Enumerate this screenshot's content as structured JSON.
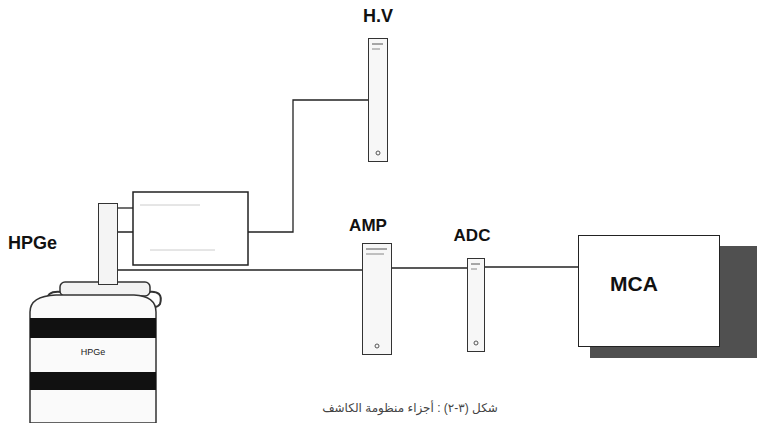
{
  "diagram": {
    "caption": "شكل (٣-٢) : أجزاء منظومة الكاشف",
    "nodes": [
      {
        "text": [
          "H.V"
        ]
      },
      {
        "text": [
          "HPGe",
          "HPGe"
        ]
      },
      {
        "text": [
          "AMP"
        ]
      },
      {
        "text": [
          "ADC"
        ]
      },
      {
        "text": [
          "MCA"
        ]
      }
    ],
    "edges": [
      {
        "from": 1,
        "to": 0,
        "arrow": "none"
      },
      {
        "from": 1,
        "to": 2,
        "arrow": "none"
      },
      {
        "from": 2,
        "to": 3,
        "arrow": "none"
      },
      {
        "from": 3,
        "to": 4,
        "arrow": "none"
      }
    ]
  }
}
